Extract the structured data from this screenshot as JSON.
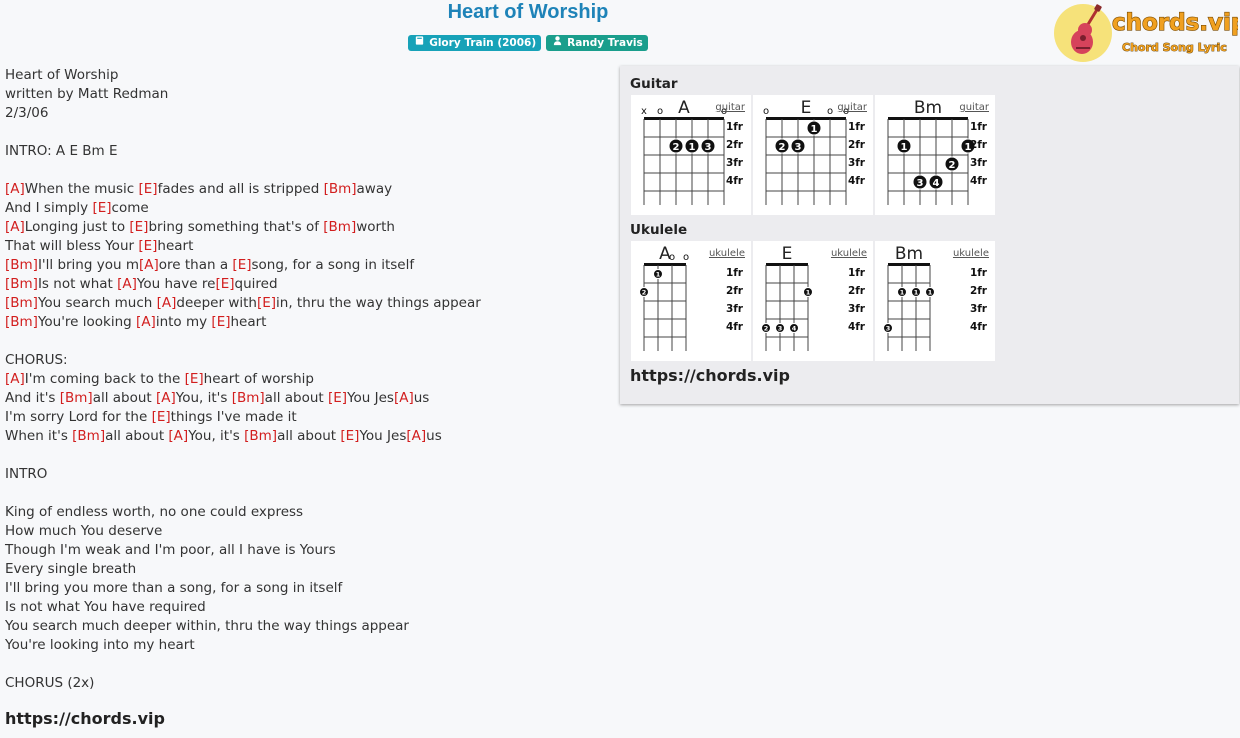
{
  "title": "Heart of Worship",
  "badges": [
    {
      "label": "Glory Train (2006)",
      "icon": "album-icon"
    },
    {
      "label": "Randy Travis",
      "icon": "person-icon"
    }
  ],
  "logo": {
    "text": "chords.vip",
    "tagline": "Chord Song Lyric"
  },
  "lyrics": [
    [
      {
        "t": "Heart of Worship"
      }
    ],
    [
      {
        "t": "written by Matt Redman"
      }
    ],
    [
      {
        "t": "2/3/06"
      }
    ],
    [],
    [
      {
        "t": "INTRO: A E Bm E"
      }
    ],
    [],
    [
      {
        "c": "[A]"
      },
      {
        "t": "When the music "
      },
      {
        "c": "[E]"
      },
      {
        "t": "fades and all is stripped "
      },
      {
        "c": "[Bm]"
      },
      {
        "t": "away"
      }
    ],
    [
      {
        "t": "And I simply "
      },
      {
        "c": "[E]"
      },
      {
        "t": "come"
      }
    ],
    [
      {
        "c": "[A]"
      },
      {
        "t": "Longing just to "
      },
      {
        "c": "[E]"
      },
      {
        "t": "bring something that's of "
      },
      {
        "c": "[Bm]"
      },
      {
        "t": "worth"
      }
    ],
    [
      {
        "t": "That will bless Your "
      },
      {
        "c": "[E]"
      },
      {
        "t": "heart"
      }
    ],
    [
      {
        "c": "[Bm]"
      },
      {
        "t": "I'll bring you m"
      },
      {
        "c": "[A]"
      },
      {
        "t": "ore than a "
      },
      {
        "c": "[E]"
      },
      {
        "t": "song, for a song in itself"
      }
    ],
    [
      {
        "c": "[Bm]"
      },
      {
        "t": "Is not what "
      },
      {
        "c": "[A]"
      },
      {
        "t": "You have re"
      },
      {
        "c": "[E]"
      },
      {
        "t": "quired"
      }
    ],
    [
      {
        "c": "[Bm]"
      },
      {
        "t": "You search much "
      },
      {
        "c": "[A]"
      },
      {
        "t": "deeper with"
      },
      {
        "c": "[E]"
      },
      {
        "t": "in, thru the way things appear"
      }
    ],
    [
      {
        "c": "[Bm]"
      },
      {
        "t": "You're looking "
      },
      {
        "c": "[A]"
      },
      {
        "t": "into my "
      },
      {
        "c": "[E]"
      },
      {
        "t": "heart"
      }
    ],
    [],
    [
      {
        "t": "CHORUS:"
      }
    ],
    [
      {
        "c": "[A]"
      },
      {
        "t": "I'm coming back to the "
      },
      {
        "c": "[E]"
      },
      {
        "t": "heart of worship"
      }
    ],
    [
      {
        "t": "And it's "
      },
      {
        "c": "[Bm]"
      },
      {
        "t": "all about "
      },
      {
        "c": "[A]"
      },
      {
        "t": "You, it's "
      },
      {
        "c": "[Bm]"
      },
      {
        "t": "all about "
      },
      {
        "c": "[E]"
      },
      {
        "t": "You Jes"
      },
      {
        "c": "[A]"
      },
      {
        "t": "us"
      }
    ],
    [
      {
        "t": "I'm sorry Lord for the "
      },
      {
        "c": "[E]"
      },
      {
        "t": "things I've made it"
      }
    ],
    [
      {
        "t": "When it's "
      },
      {
        "c": "[Bm]"
      },
      {
        "t": "all about "
      },
      {
        "c": "[A]"
      },
      {
        "t": "You, it's "
      },
      {
        "c": "[Bm]"
      },
      {
        "t": "all about "
      },
      {
        "c": "[E]"
      },
      {
        "t": "You Jes"
      },
      {
        "c": "[A]"
      },
      {
        "t": "us"
      }
    ],
    [],
    [
      {
        "t": "INTRO"
      }
    ],
    [],
    [
      {
        "t": "King of endless worth, no one could express"
      }
    ],
    [
      {
        "t": "How much You deserve"
      }
    ],
    [
      {
        "t": "Though I'm weak and I'm poor, all I have is Yours"
      }
    ],
    [
      {
        "t": "Every single breath"
      }
    ],
    [
      {
        "t": "I'll bring you more than a song, for a song in itself"
      }
    ],
    [
      {
        "t": "Is not what You have required"
      }
    ],
    [
      {
        "t": "You search much deeper within, thru the way things appear"
      }
    ],
    [
      {
        "t": "You're looking into my heart"
      }
    ],
    [],
    [
      {
        "t": "CHORUS (2x)"
      }
    ]
  ],
  "lyrics_url": "https://chords.vip",
  "panel": {
    "guitar_label": "Guitar",
    "ukulele_label": "Ukulele",
    "url": "https://chords.vip",
    "fret_labels": [
      "1fr",
      "2fr",
      "3fr",
      "4fr"
    ],
    "guitar": [
      {
        "name": "A",
        "type": "guitar",
        "open": [
          null,
          "o",
          null,
          null,
          null,
          "o"
        ],
        "muted": [
          "x",
          null,
          null,
          null,
          null,
          null
        ],
        "dots": [
          {
            "s": 2,
            "f": 2,
            "n": "2"
          },
          {
            "s": 3,
            "f": 2,
            "n": "1"
          },
          {
            "s": 4,
            "f": 2,
            "n": "3"
          }
        ]
      },
      {
        "name": "E",
        "type": "guitar",
        "open": [
          "o",
          null,
          null,
          null,
          "o",
          "o"
        ],
        "muted": [
          null,
          null,
          null,
          null,
          null,
          null
        ],
        "dots": [
          {
            "s": 1,
            "f": 2,
            "n": "2"
          },
          {
            "s": 2,
            "f": 2,
            "n": "3"
          },
          {
            "s": 3,
            "f": 1,
            "n": "1"
          }
        ]
      },
      {
        "name": "Bm",
        "type": "guitar",
        "open": [
          null,
          null,
          null,
          null,
          null,
          null
        ],
        "muted": [
          null,
          null,
          null,
          null,
          null,
          null
        ],
        "dots": [
          {
            "s": 1,
            "f": 2,
            "n": "1"
          },
          {
            "s": 5,
            "f": 2,
            "n": "1"
          },
          {
            "s": 4,
            "f": 3,
            "n": "2"
          },
          {
            "s": 2,
            "f": 4,
            "n": "3"
          },
          {
            "s": 3,
            "f": 4,
            "n": "4"
          }
        ]
      }
    ],
    "ukulele": [
      {
        "name": "A",
        "type": "ukulele",
        "open": [
          null,
          null,
          "o",
          "o"
        ],
        "muted": [
          null,
          null,
          null,
          null
        ],
        "dots": [
          {
            "s": 1,
            "f": 1,
            "n": "1"
          },
          {
            "s": 0,
            "f": 2,
            "n": "2"
          }
        ]
      },
      {
        "name": "E",
        "type": "ukulele",
        "open": [
          null,
          null,
          null,
          null
        ],
        "muted": [
          null,
          null,
          null,
          null
        ],
        "dots": [
          {
            "s": 3,
            "f": 2,
            "n": "1"
          },
          {
            "s": 0,
            "f": 4,
            "n": "2"
          },
          {
            "s": 1,
            "f": 4,
            "n": "3"
          },
          {
            "s": 2,
            "f": 4,
            "n": "4"
          }
        ]
      },
      {
        "name": "Bm",
        "type": "ukulele",
        "open": [
          null,
          null,
          null,
          null
        ],
        "muted": [
          null,
          null,
          null,
          null
        ],
        "dots": [
          {
            "s": 1,
            "f": 2,
            "n": "1"
          },
          {
            "s": 2,
            "f": 2,
            "n": "1"
          },
          {
            "s": 3,
            "f": 2,
            "n": "1"
          },
          {
            "s": 0,
            "f": 4,
            "n": "3"
          }
        ]
      }
    ]
  },
  "colors": {
    "chord": "#d21e1e",
    "title": "#1e83b8",
    "badge_album": "#17a2b8",
    "badge_artist": "#1a9e8c"
  }
}
